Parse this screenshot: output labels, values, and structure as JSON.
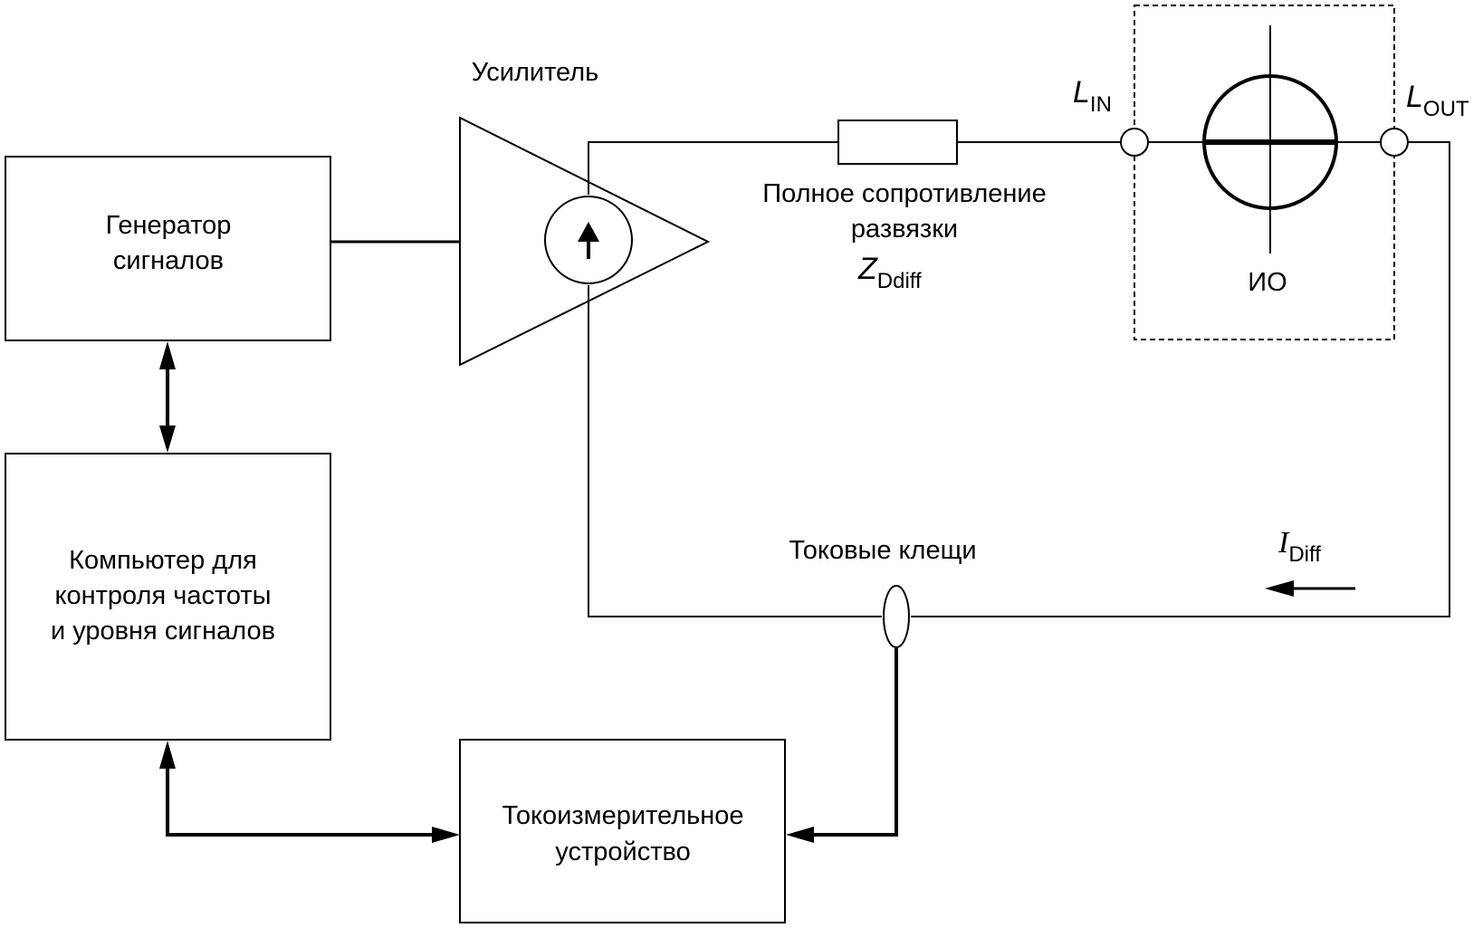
{
  "diagram": {
    "colors": {
      "stroke": "#000000",
      "background": "#ffffff"
    },
    "blocks": {
      "signal_generator": {
        "lines": [
          "Генератор",
          "сигналов"
        ]
      },
      "computer": {
        "lines": [
          "Компьютер для",
          "контроля частоты",
          "и уровня сигналов"
        ]
      },
      "current_meter": {
        "lines": [
          "Токоизмерительное",
          "устройство"
        ]
      }
    },
    "labels": {
      "amplifier": "Усилитель",
      "impedance": [
        "Полное сопротивление",
        "развязки"
      ],
      "impedance_symbol": "Z",
      "impedance_subscript": "Ddiff",
      "l_in_symbol": "L",
      "l_in_subscript": "IN",
      "l_out_symbol": "L",
      "l_out_subscript": "OUT",
      "eut": "ИО",
      "current_clamp": "Токовые клещи",
      "i_diff_symbol": "I",
      "i_diff_subscript": "Diff"
    },
    "icons": {
      "amplifier": "triangle-amplifier-icon",
      "current_source": "circle-up-arrow-icon",
      "impedance": "resistor-rectangle-icon",
      "eut": "lamp-circle-icon",
      "terminals": "open-circle-terminal-icon",
      "clamp": "ellipse-clamp-icon",
      "current_direction": "arrow-left-icon"
    }
  }
}
